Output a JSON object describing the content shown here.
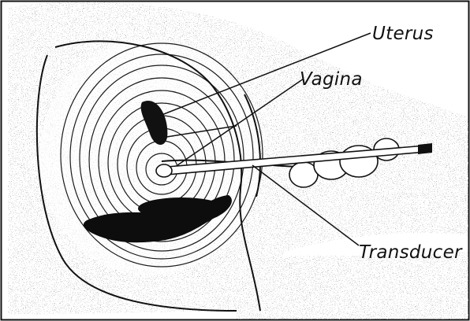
{
  "labels": {
    "uterus": "Uterus",
    "vagina": "Vagina",
    "transducer": "Transducer"
  },
  "colors": {
    "ink": "#111111",
    "background": "#ffffff",
    "stipple": "#2b2b2b"
  }
}
